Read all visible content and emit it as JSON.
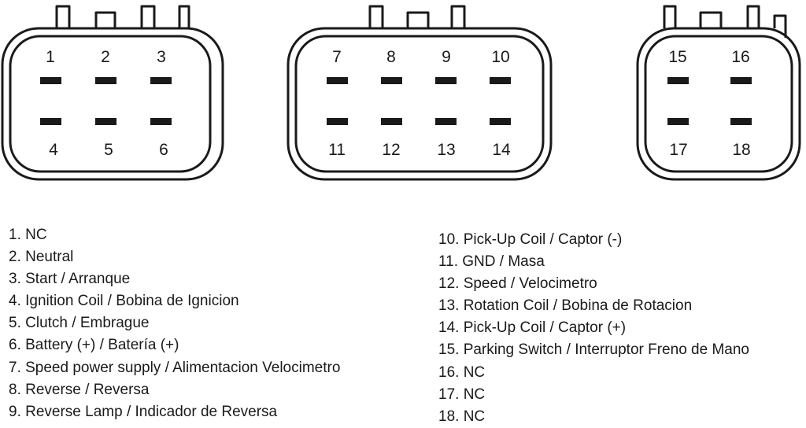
{
  "connectors": [
    {
      "top": [
        "1",
        "2",
        "3"
      ],
      "bottom": [
        "4",
        "5",
        "6"
      ]
    },
    {
      "top": [
        "7",
        "8",
        "9",
        "10"
      ],
      "bottom": [
        "11",
        "12",
        "13",
        "14"
      ]
    },
    {
      "top": [
        "15",
        "16"
      ],
      "bottom": [
        "17",
        "18"
      ]
    }
  ],
  "legend": {
    "left": [
      "1. NC",
      "2. Neutral",
      "3. Start / Arranque",
      "4. Ignition Coil / Bobina de Ignicion",
      "5. Clutch / Embrague",
      "6. Battery (+) / Batería (+)",
      "7. Speed power supply / Alimentacion Velocimetro",
      "8. Reverse / Reversa",
      "9. Reverse Lamp / Indicador de Reversa"
    ],
    "right": [
      "10. Pick-Up Coil / Captor (-)",
      "11. GND / Masa",
      "12. Speed / Velocimetro",
      "13. Rotation Coil / Bobina de Rotacion",
      "14. Pick-Up Coil / Captor (+)",
      "15. Parking Switch / Interruptor Freno de Mano",
      "16. NC",
      "17. NC",
      "18. NC"
    ]
  }
}
